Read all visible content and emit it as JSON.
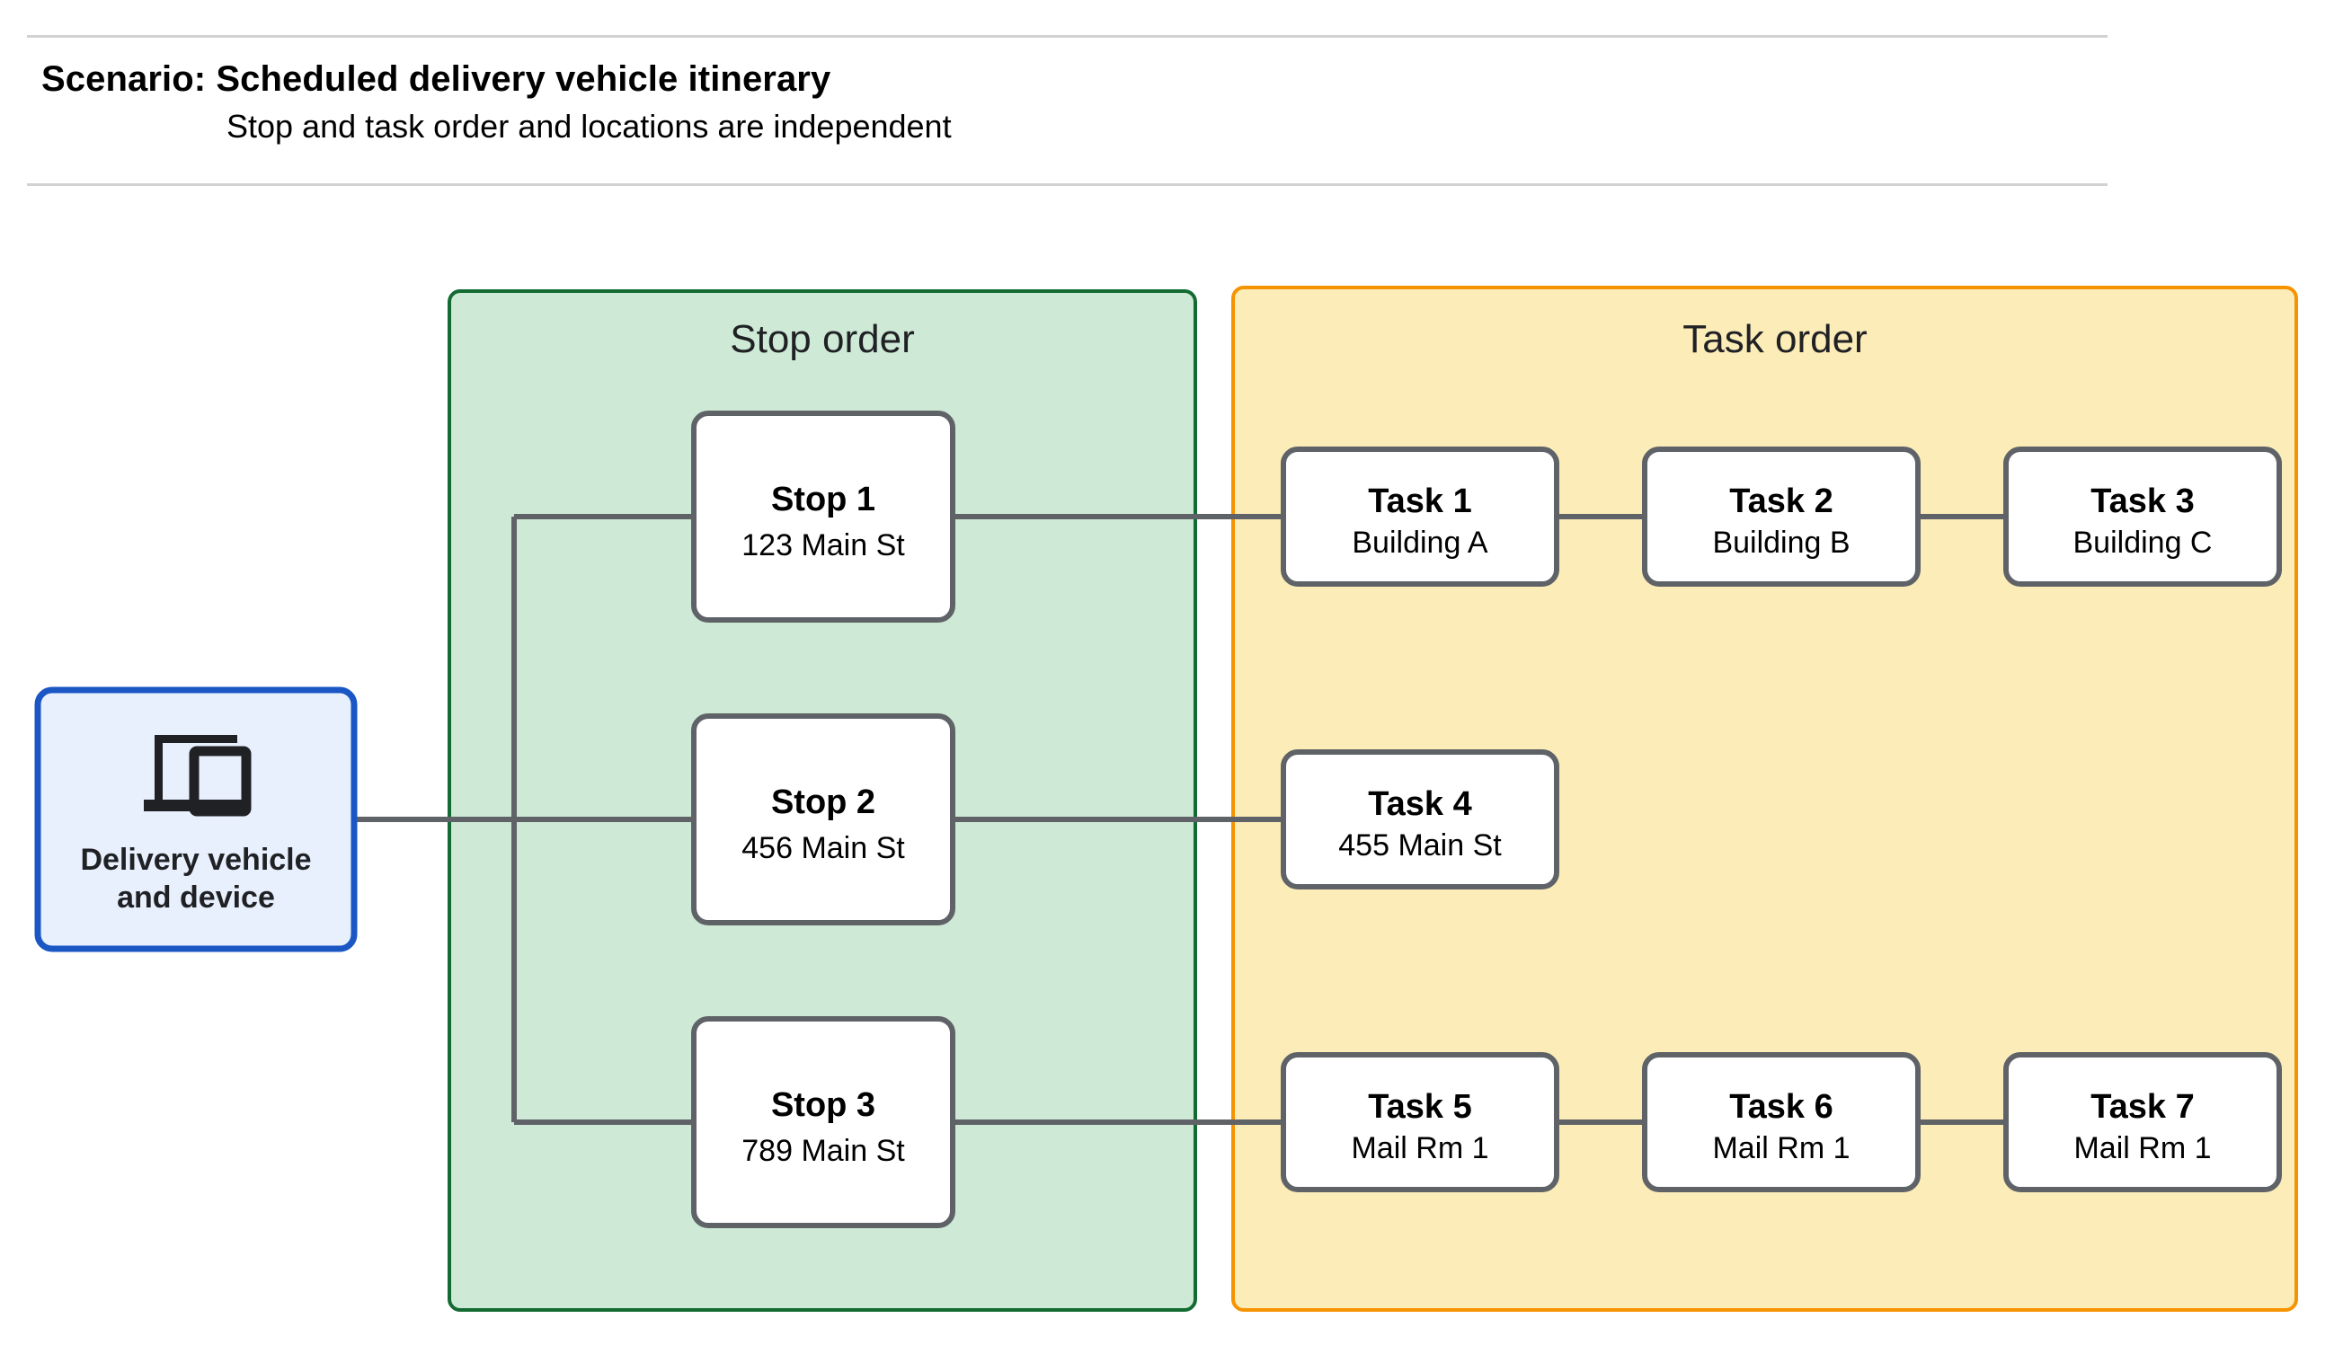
{
  "header": {
    "title": "Scenario: Scheduled delivery vehicle itinerary",
    "subtitle": "Stop and task order and locations are independent"
  },
  "vehicle": {
    "icon": "devices-icon",
    "label_line1": "Delivery vehicle",
    "label_line2": "and device",
    "fill": "#e8f0fe",
    "border": "#1a56c4"
  },
  "panels": {
    "stop_order": {
      "title": "Stop order",
      "fill": "#ceead6",
      "border": "#136b33"
    },
    "task_order": {
      "title": "Task order",
      "fill": "#fcecb8",
      "border": "#f59300"
    }
  },
  "stops": [
    {
      "title": "Stop 1",
      "address": "123 Main St"
    },
    {
      "title": "Stop 2",
      "address": "456 Main St"
    },
    {
      "title": "Stop 3",
      "address": "789 Main St"
    }
  ],
  "task_rows": [
    {
      "stop": "Stop 1",
      "tasks": [
        {
          "title": "Task 1",
          "location": "Building A"
        },
        {
          "title": "Task 2",
          "location": "Building B"
        },
        {
          "title": "Task 3",
          "location": "Building C"
        }
      ]
    },
    {
      "stop": "Stop 2",
      "tasks": [
        {
          "title": "Task 4",
          "location": "455 Main St"
        }
      ]
    },
    {
      "stop": "Stop 3",
      "tasks": [
        {
          "title": "Task 5",
          "location": "Mail Rm 1"
        },
        {
          "title": "Task 6",
          "location": "Mail Rm 1"
        },
        {
          "title": "Task 7",
          "location": "Mail Rm 1"
        }
      ]
    }
  ],
  "colors": {
    "connector": "#5f6368",
    "node_border": "#5f6368",
    "node_fill": "#ffffff",
    "rule": "#d2d2d2",
    "text": "#000000"
  }
}
